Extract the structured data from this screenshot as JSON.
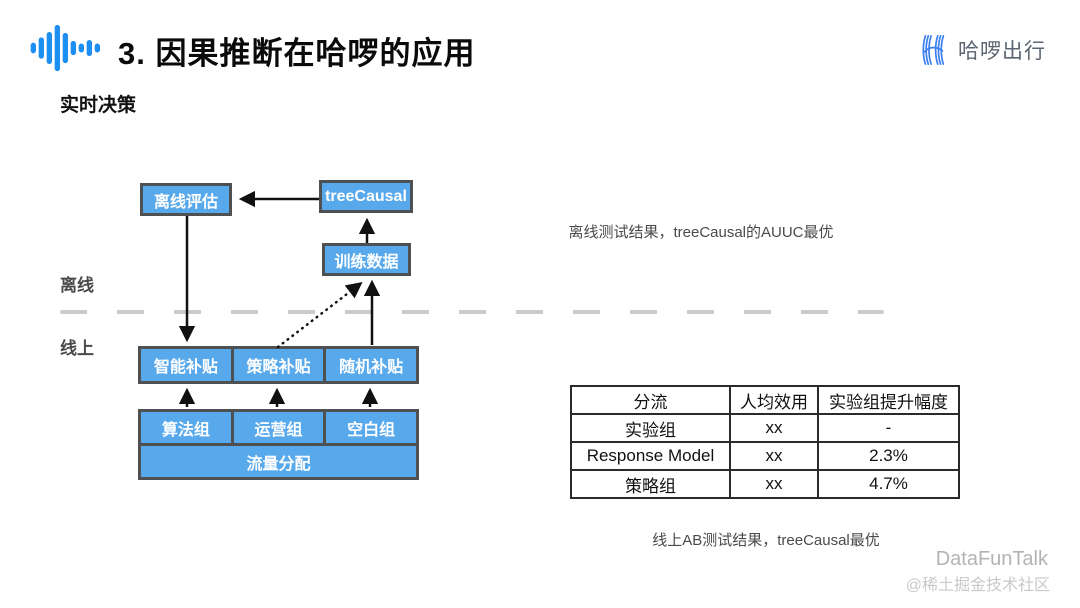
{
  "header": {
    "title": "3. 因果推断在哈啰的应用",
    "subtitle": "实时决策",
    "logo_text": "哈啰出行"
  },
  "colors": {
    "box_blue": "#58A9EC",
    "box_border": "#4E5052",
    "highlight_blue": "#64B5F0",
    "brand_blue": "#1D8EF2"
  },
  "flowchart": {
    "offline_label": "离线",
    "online_label": "线上",
    "boxes": {
      "offline_eval": "离线评估",
      "tree_causal": "treeCausal",
      "training_data": "训练数据",
      "smart_subsidy": "智能补贴",
      "strategy_subsidy": "策略补贴",
      "random_subsidy": "随机补贴",
      "algo_group": "算法组",
      "ops_group": "运营组",
      "blank_group": "空白组",
      "traffic_split": "流量分配"
    }
  },
  "notes": {
    "offline_result": "离线测试结果，treeCausal的AUUC最优",
    "online_result": "线上AB测试结果，treeCausal最优"
  },
  "table": {
    "headers": [
      "分流",
      "人均效用",
      "实验组提升幅度"
    ],
    "rows": [
      [
        "实验组",
        "xx",
        "-"
      ],
      [
        "Response Model",
        "xx",
        "2.3%"
      ],
      [
        "策略组",
        "xx",
        "4.7%"
      ]
    ]
  },
  "watermark": {
    "brand": "DataFunTalk",
    "community": "@稀土掘金技术社区"
  }
}
